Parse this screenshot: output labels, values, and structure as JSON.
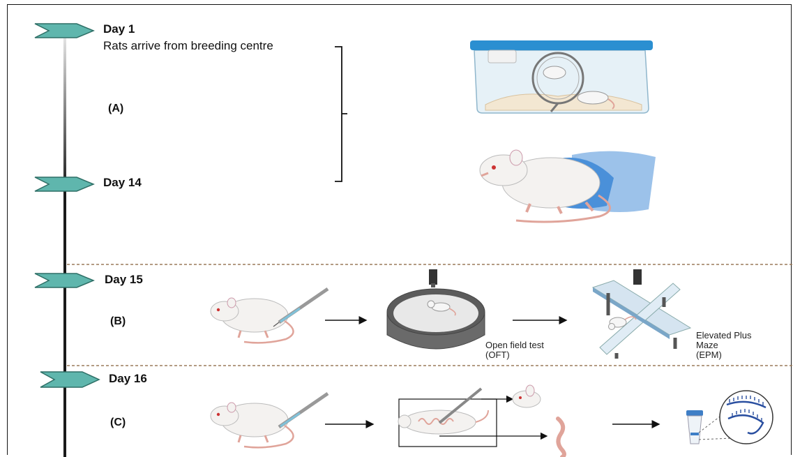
{
  "timeline": {
    "day1": {
      "label": "Day 1",
      "note": "Rats arrive from breeding centre"
    },
    "day14": {
      "label": "Day 14"
    },
    "day15": {
      "label": "Day 15"
    },
    "day16": {
      "label": "Day 16"
    }
  },
  "sections": {
    "a": "(A)",
    "b": "(B)",
    "c": "(C)"
  },
  "tests": {
    "oft_name": "Open field test",
    "oft_abbr": "(OFT)",
    "epm_line1": "Elevated Plus",
    "epm_line2": "Maze",
    "epm_abbr": "(EPM)"
  },
  "colors": {
    "marker": "#5fb6ad",
    "divider": "#9a7a5a",
    "cage_lid": "#2b8fd1",
    "glove": "#4a90d9",
    "tail": "#e0a49a",
    "tube_cap": "#3e7ec6"
  }
}
